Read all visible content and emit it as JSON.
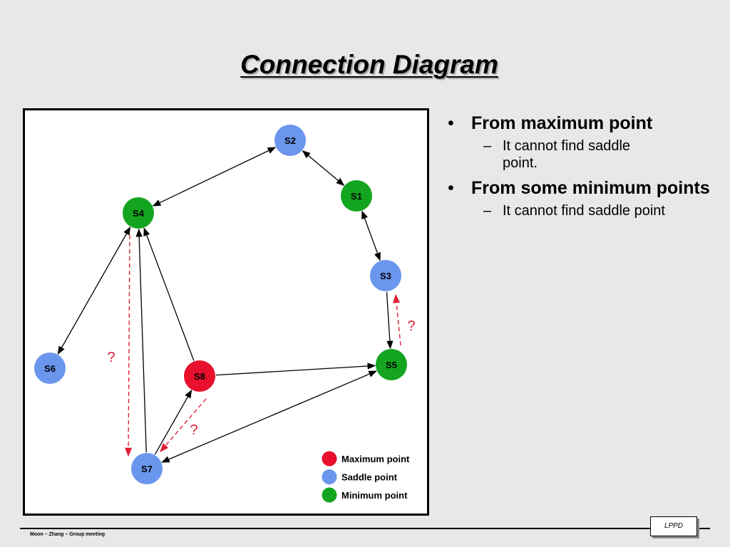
{
  "slide": {
    "title": "Connection Diagram",
    "footer": "Moon – Zhang – Group meeting",
    "logo": "LPPD"
  },
  "bullets": [
    {
      "mark": "•",
      "text": "From maximum point",
      "sub": [
        {
          "mark": "–",
          "text": "It cannot find saddle point."
        }
      ]
    },
    {
      "mark": "•",
      "text": "From some minimum points",
      "sub": [
        {
          "mark": "–",
          "text": "It cannot find saddle point"
        }
      ]
    }
  ],
  "colors": {
    "maximum": "#e8102c",
    "saddle": "#6a96ee",
    "minimum": "#13a51f",
    "dashed_arrow": "#e0203a"
  },
  "diagram": {
    "nodes": {
      "S1": {
        "label": "S1",
        "kind": "minimum"
      },
      "S2": {
        "label": "S2",
        "kind": "saddle"
      },
      "S3": {
        "label": "S3",
        "kind": "saddle"
      },
      "S4": {
        "label": "S4",
        "kind": "minimum"
      },
      "S5": {
        "label": "S5",
        "kind": "minimum"
      },
      "S6": {
        "label": "S6",
        "kind": "saddle"
      },
      "S7": {
        "label": "S7",
        "kind": "saddle"
      },
      "S8": {
        "label": "S8",
        "kind": "maximum"
      }
    },
    "edges": [
      {
        "from": "S2",
        "to": "S4",
        "style": "solid",
        "direction": "both"
      },
      {
        "from": "S2",
        "to": "S1",
        "style": "solid",
        "direction": "both"
      },
      {
        "from": "S1",
        "to": "S3",
        "style": "solid",
        "direction": "both"
      },
      {
        "from": "S3",
        "to": "S5",
        "style": "solid",
        "direction": "forward"
      },
      {
        "from": "S4",
        "to": "S6",
        "style": "solid",
        "direction": "both"
      },
      {
        "from": "S7",
        "to": "S4",
        "style": "solid",
        "direction": "forward"
      },
      {
        "from": "S8",
        "to": "S4",
        "style": "solid",
        "direction": "forward"
      },
      {
        "from": "S8",
        "to": "S5",
        "style": "solid",
        "direction": "forward"
      },
      {
        "from": "S7",
        "to": "S8",
        "style": "solid",
        "direction": "forward"
      },
      {
        "from": "S5",
        "to": "S7",
        "style": "solid",
        "direction": "both"
      },
      {
        "from": "S4",
        "to": "S7",
        "style": "dashed",
        "direction": "forward",
        "label": "?"
      },
      {
        "from": "S8",
        "to": "S7",
        "style": "dashed",
        "direction": "forward",
        "label": "?"
      },
      {
        "from": "S5",
        "to": "S3",
        "style": "dashed",
        "direction": "forward",
        "label": "?"
      }
    ],
    "legend": [
      {
        "kind": "maximum",
        "label": "Maximum point"
      },
      {
        "kind": "saddle",
        "label": "Saddle point"
      },
      {
        "kind": "minimum",
        "label": "Minimum point"
      }
    ]
  }
}
